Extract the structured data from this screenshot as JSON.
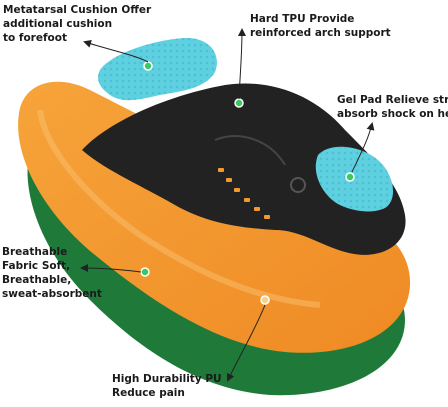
{
  "colors": {
    "green_layer": "#1f7a3a",
    "orange_layer": "#f29a2e",
    "black_shell": "#222222",
    "gel_blue": "#5fd0e0",
    "dot_green": "#3cc760",
    "arrow": "#222222"
  },
  "labels": {
    "metatarsal": {
      "line1": "Metatarsal Cushion Offer",
      "line2": "additional cushion",
      "line3": "to forefoot"
    },
    "tpu": {
      "line1": "Hard TPU Provide",
      "line2": "reinforced arch support"
    },
    "gel": {
      "line1": "Gel Pad Relieve stress",
      "line2": "absorb shock on heel"
    },
    "fabric": {
      "line1": "Breathable",
      "line2": "Fabric Soft,",
      "line3": "Breathable,",
      "line4": "sweat-absorbent"
    },
    "pu": {
      "line1": "High Durability PU",
      "line2": "Reduce pain"
    }
  }
}
